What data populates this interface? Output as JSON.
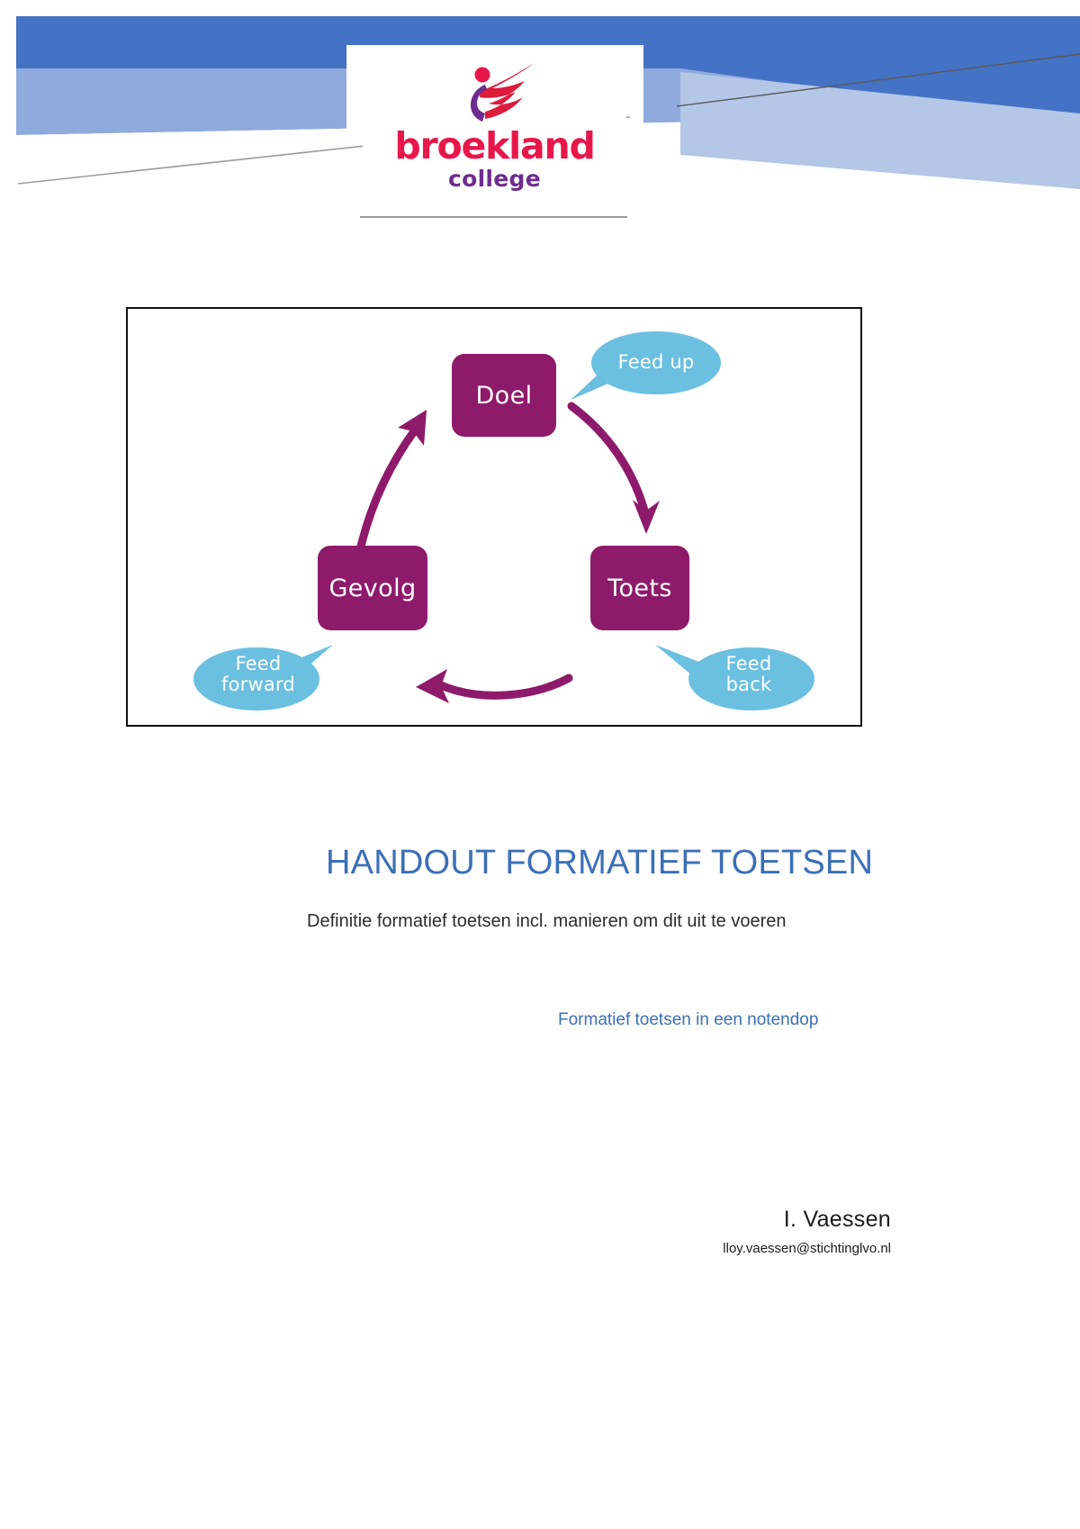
{
  "document": {
    "title": "HANDOUT FORMATIEF TOETSEN",
    "subtitle": "Definitie formatief toetsen incl. manieren om dit uit te voeren",
    "link_text": "Formatief toetsen in een notendop",
    "author": "I. Vaessen",
    "email": "lloy.vaessen@stichtinglvo.nl"
  },
  "logo": {
    "wordmark": "broekland",
    "subword": "college",
    "mark_icon": "athlete-figure-icon",
    "wordmark_color": "#E8174A",
    "subword_color": "#6D2C8F"
  },
  "banner": {
    "colors": {
      "dark_blue": "#4472C4",
      "mid_blue": "#8FAADC",
      "light_blue": "#B4C7E7",
      "line_gray": "#9a9a9a"
    }
  },
  "diagram": {
    "border_color": "#111111",
    "node_color": "#8E1A6B",
    "bubble_color": "#6BBFE0",
    "arrow_color": "#8E1A6B",
    "nodes": [
      {
        "id": "doel",
        "label": "Doel"
      },
      {
        "id": "toets",
        "label": "Toets"
      },
      {
        "id": "gevolg",
        "label": "Gevolg"
      }
    ],
    "bubbles": [
      {
        "id": "feed-up",
        "line1": "Feed up",
        "line2": ""
      },
      {
        "id": "feed-forward",
        "line1": "Feed",
        "line2": "forward"
      },
      {
        "id": "feed-back",
        "line1": "Feed",
        "line2": "back"
      }
    ]
  }
}
